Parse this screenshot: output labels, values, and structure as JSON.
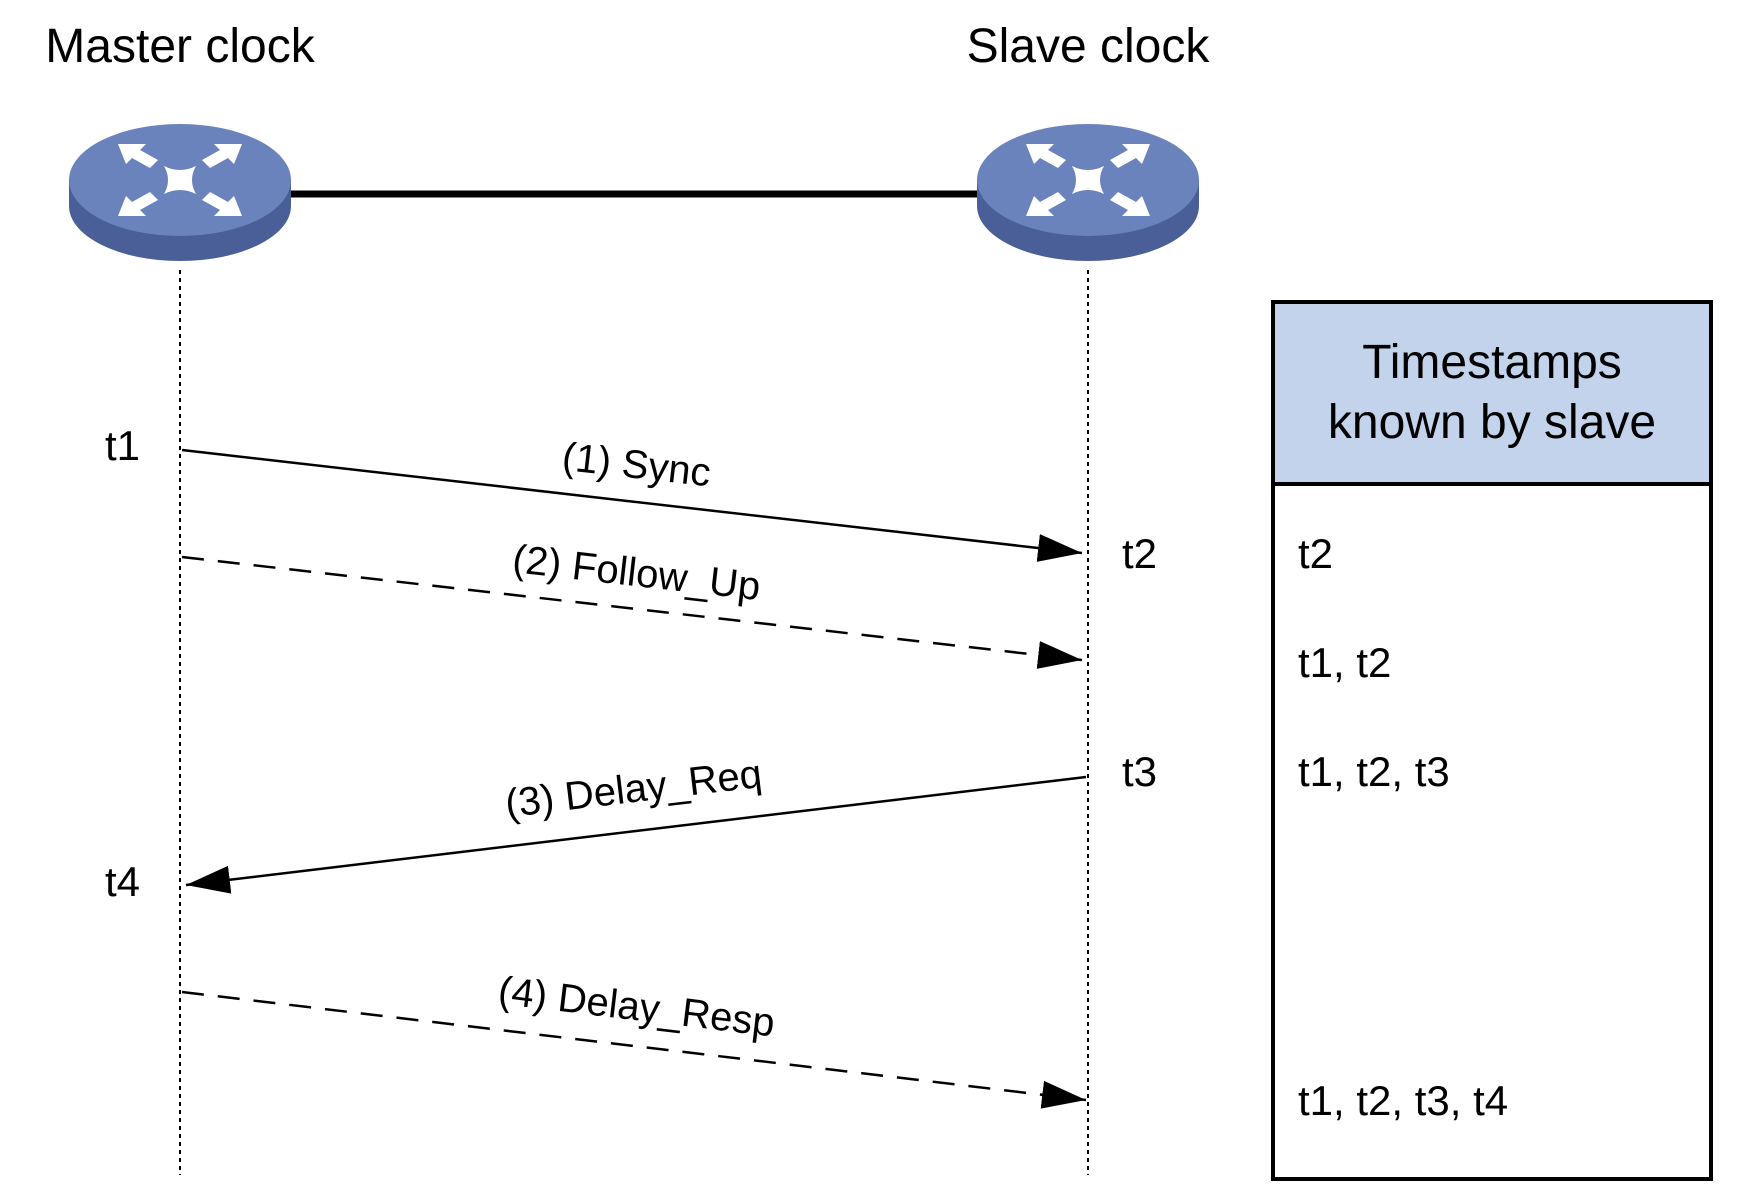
{
  "nodes": {
    "master": {
      "label": "Master clock",
      "icon": "switch-icon"
    },
    "slave": {
      "label": "Slave clock",
      "icon": "switch-icon"
    }
  },
  "timestamps": {
    "t1": "t1",
    "t2": "t2",
    "t3": "t3",
    "t4": "t4"
  },
  "messages": [
    {
      "label": "(1) Sync",
      "direction": "master-to-slave",
      "style": "solid"
    },
    {
      "label": "(2) Follow_Up",
      "direction": "master-to-slave",
      "style": "dashed"
    },
    {
      "label": "(3) Delay_Req",
      "direction": "slave-to-master",
      "style": "solid"
    },
    {
      "label": "(4) Delay_Resp",
      "direction": "master-to-slave",
      "style": "dashed"
    }
  ],
  "known_table": {
    "header_line1": "Timestamps",
    "header_line2": "known by slave",
    "entries": [
      "t2",
      "t1, t2",
      "t1, t2, t3",
      "t1, t2, t3, t4"
    ]
  },
  "colors": {
    "header_fill": "#c3d3ec",
    "device_top": "#6b83bd",
    "device_side": "#4a5f98",
    "line": "#000000"
  }
}
